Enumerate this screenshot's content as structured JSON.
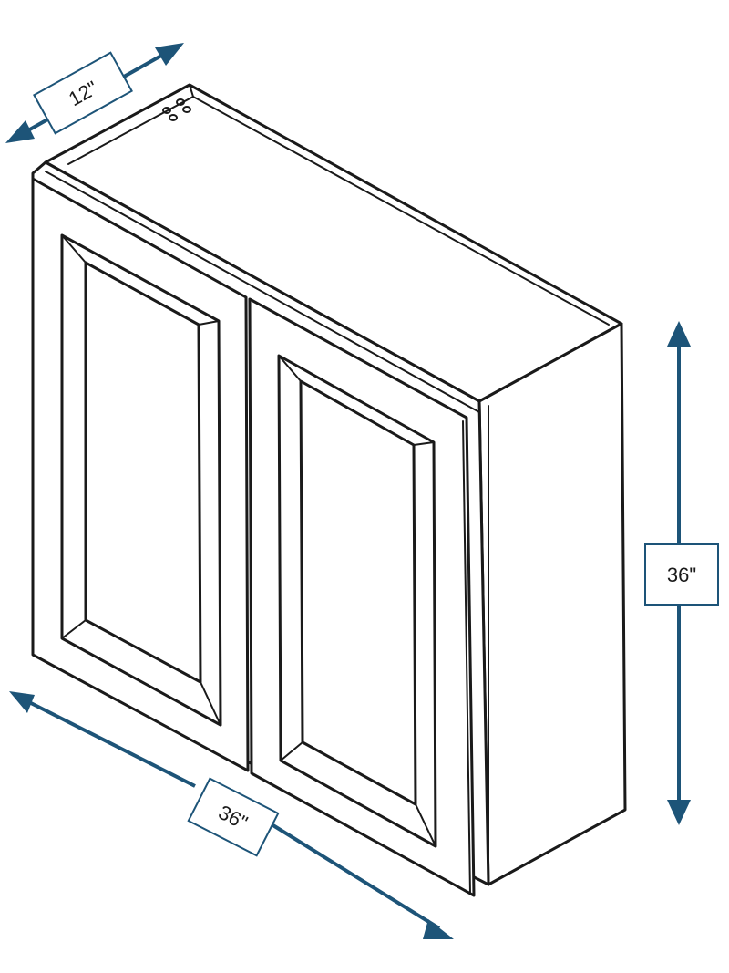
{
  "dimensions": {
    "depth": {
      "label": "12\""
    },
    "height": {
      "label": "36\""
    },
    "width": {
      "label": "36\""
    }
  },
  "colors": {
    "dimension": "#1d5478",
    "outline": "#1a1a1a",
    "background": "#ffffff"
  }
}
